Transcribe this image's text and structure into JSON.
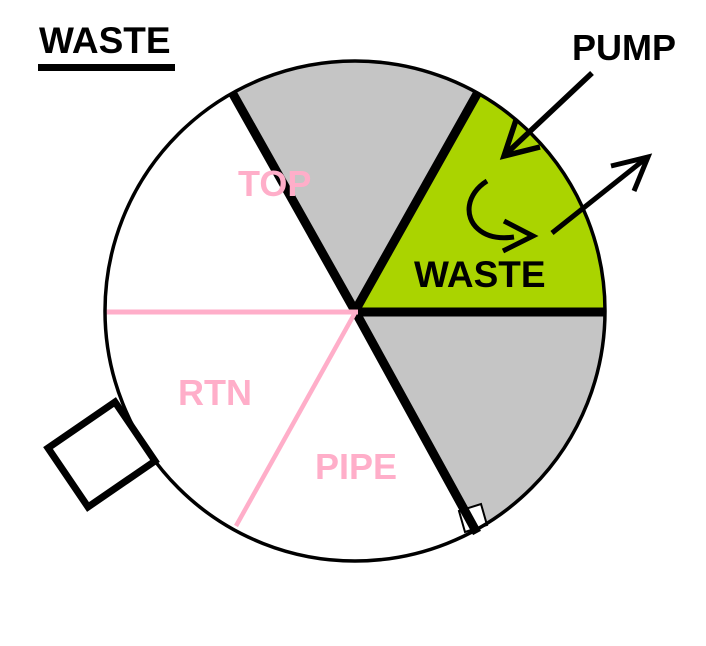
{
  "heading": {
    "title": "WASTE"
  },
  "callouts": {
    "pump": "PUMP"
  },
  "sector_labels": {
    "top": "TOP",
    "waste": "WASTE",
    "rtn": "RTN",
    "pipe": "PIPE"
  },
  "diagram": {
    "type": "rotary-valve-position-diagram",
    "sectors": [
      {
        "name": "top",
        "label": "TOP",
        "fill": "gray"
      },
      {
        "name": "waste",
        "label": "WASTE",
        "fill": "green"
      },
      {
        "name": "lower-right",
        "label": "",
        "fill": "gray"
      },
      {
        "name": "pipe",
        "label": "PIPE",
        "fill": "white"
      },
      {
        "name": "rtn",
        "label": "RTN",
        "fill": "white"
      },
      {
        "name": "upper-left",
        "label": "",
        "fill": "white"
      }
    ],
    "annotations": [
      "arrow from PUMP label into green WASTE sector",
      "arrow leaving green sector toward upper right",
      "curved recirculation arrow inside green sector",
      "square port on lower-left rim",
      "small white port marker on lower-right divider"
    ]
  },
  "colors": {
    "green": "#AAD400",
    "gray": "#C5C5C5",
    "pink": "#FFAEC9",
    "black": "#000000",
    "white": "#FFFFFF"
  }
}
